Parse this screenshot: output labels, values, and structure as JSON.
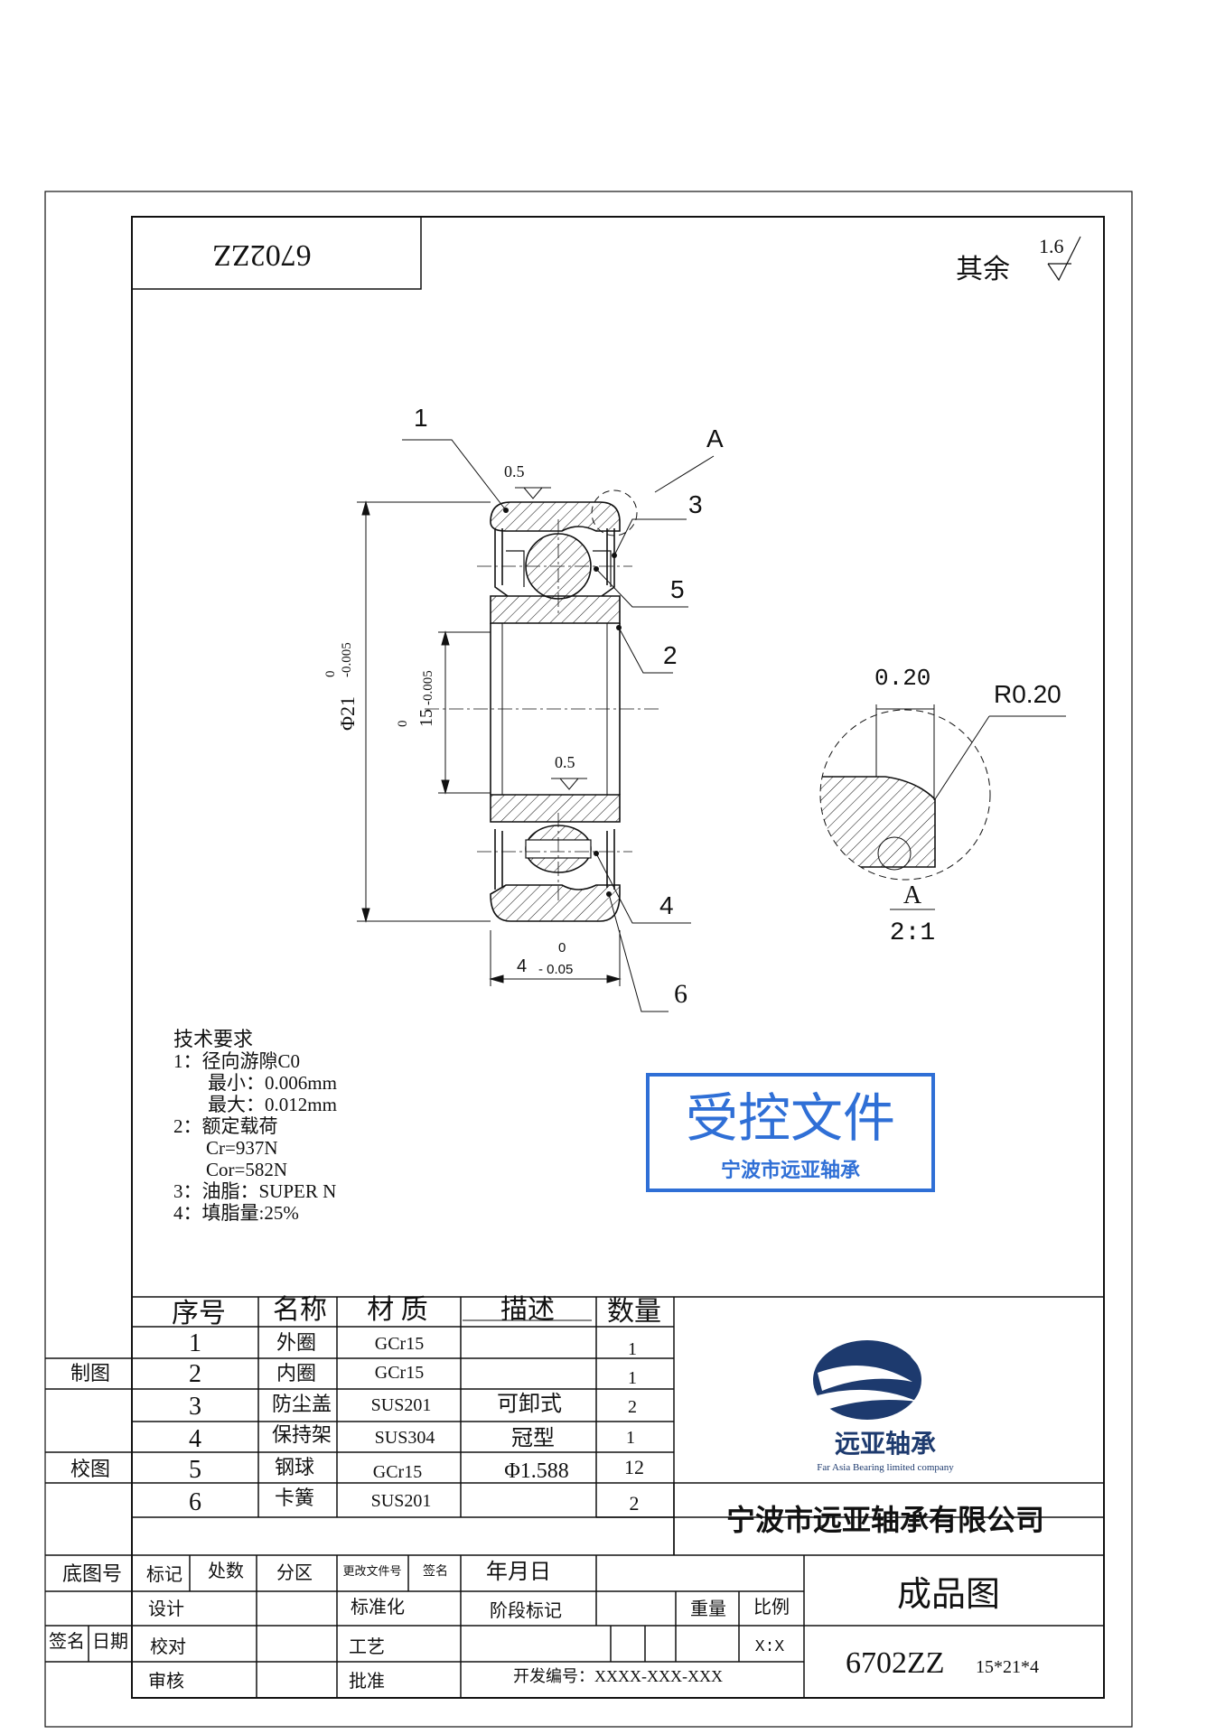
{
  "title_box": {
    "mirrored_code": "6702ZZ"
  },
  "roughness": {
    "label": "其余",
    "value": "1.6"
  },
  "callouts": {
    "c1": "1",
    "c2": "2",
    "c3": "3",
    "c4": "4",
    "c5": "5",
    "c6": "6",
    "detail_ref": "A"
  },
  "dimensions": {
    "clearance_top": "0.5",
    "clearance_inner": "0.5",
    "outer_dia_prefix": "Φ21",
    "outer_dia_upper": "0",
    "outer_dia_lower": "-0.005",
    "inner_dia_value": "15",
    "inner_dia_upper": "0",
    "inner_dia_lower": "-0.005",
    "width_value": "4",
    "width_upper": "0",
    "width_lower": "- 0.05"
  },
  "detail": {
    "chamfer": "0.20",
    "radius": "R0.20",
    "label": "A",
    "scale": "2:1"
  },
  "tech_requirements": {
    "title": "技术要求",
    "lines": [
      "1：径向游隙C0",
      "最小：0.006mm",
      "最大：0.012mm",
      "2：额定载荷",
      "Cr=937N",
      "Cor=582N",
      "3：油脂：SUPER N",
      "4：填脂量:25%"
    ]
  },
  "stamp": {
    "main": "受控文件",
    "sub": "宁波市远亚轴承"
  },
  "bom": {
    "headers": [
      "序号",
      "名称",
      "材 质",
      "描述",
      "数量"
    ],
    "rows": [
      {
        "no": "1",
        "name": "外圈",
        "material": "GCr15",
        "desc": "",
        "qty": "1"
      },
      {
        "no": "2",
        "name": "内圈",
        "material": "GCr15",
        "desc": "",
        "qty": "1"
      },
      {
        "no": "3",
        "name": "防尘盖",
        "material": "SUS201",
        "desc": "可卸式",
        "qty": "2"
      },
      {
        "no": "4",
        "name": "保持架",
        "material": "SUS304",
        "desc": "冠型",
        "qty": "1"
      },
      {
        "no": "5",
        "name": "钢球",
        "material": "GCr15",
        "desc": "Φ1.588",
        "qty": "12"
      },
      {
        "no": "6",
        "name": "卡簧",
        "material": "SUS201",
        "desc": "",
        "qty": "2"
      }
    ]
  },
  "left_labels": {
    "drawn": "制图",
    "checked": "校图",
    "base_no": "底图号",
    "sign": "签名",
    "date": "日期"
  },
  "logo": {
    "name": "远亚轴承",
    "subtitle": "Far Asia Bearing limited company"
  },
  "company": "宁波市远亚轴承有限公司",
  "title_block": {
    "mark": "标记",
    "count": "处数",
    "zone": "分区",
    "change_doc": "更改文件号",
    "signature": "签名",
    "ymd": "年月日",
    "design": "设计",
    "standard": "标准化",
    "stage": "阶段标记",
    "weight": "重量",
    "scale_label": "比例",
    "review": "校对",
    "process": "工艺",
    "scale_value": "X:X",
    "audit": "审核",
    "approve": "批准",
    "dev_no": "开发编号：XXXX-XXX-XXX",
    "drawing_type": "成品图",
    "part_no": "6702ZZ",
    "part_size": "15*21*4"
  },
  "colors": {
    "stamp_blue": "#2f6fd6",
    "logo_navy": "#1d3a6e",
    "line": "#111111"
  }
}
